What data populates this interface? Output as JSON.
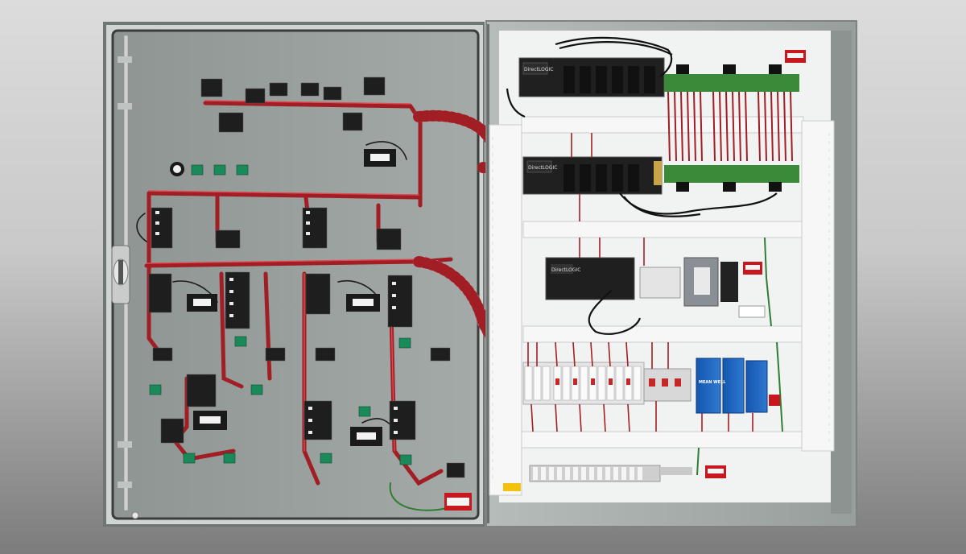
{
  "scene": {
    "description_hidden": "",
    "colors": {
      "background_top": "#dcdcdc",
      "background_bottom": "#7c7c7c",
      "enclosure": "#a9b0ad",
      "door_panel": "#9aa19f",
      "backplate": "#f1f3f2",
      "wire_red": "#a01e24",
      "wire_black": "#1a1a1a",
      "psu_blue": "#1a5fb4",
      "din_rail": "#c8c8c8"
    },
    "labels": {
      "plc_brand_top": "DirectLOGIC",
      "plc_brand_mid": "DirectLOGIC",
      "plc_brand_small": "DirectLOGIC",
      "psu_brand": "MEAN WELL"
    }
  }
}
